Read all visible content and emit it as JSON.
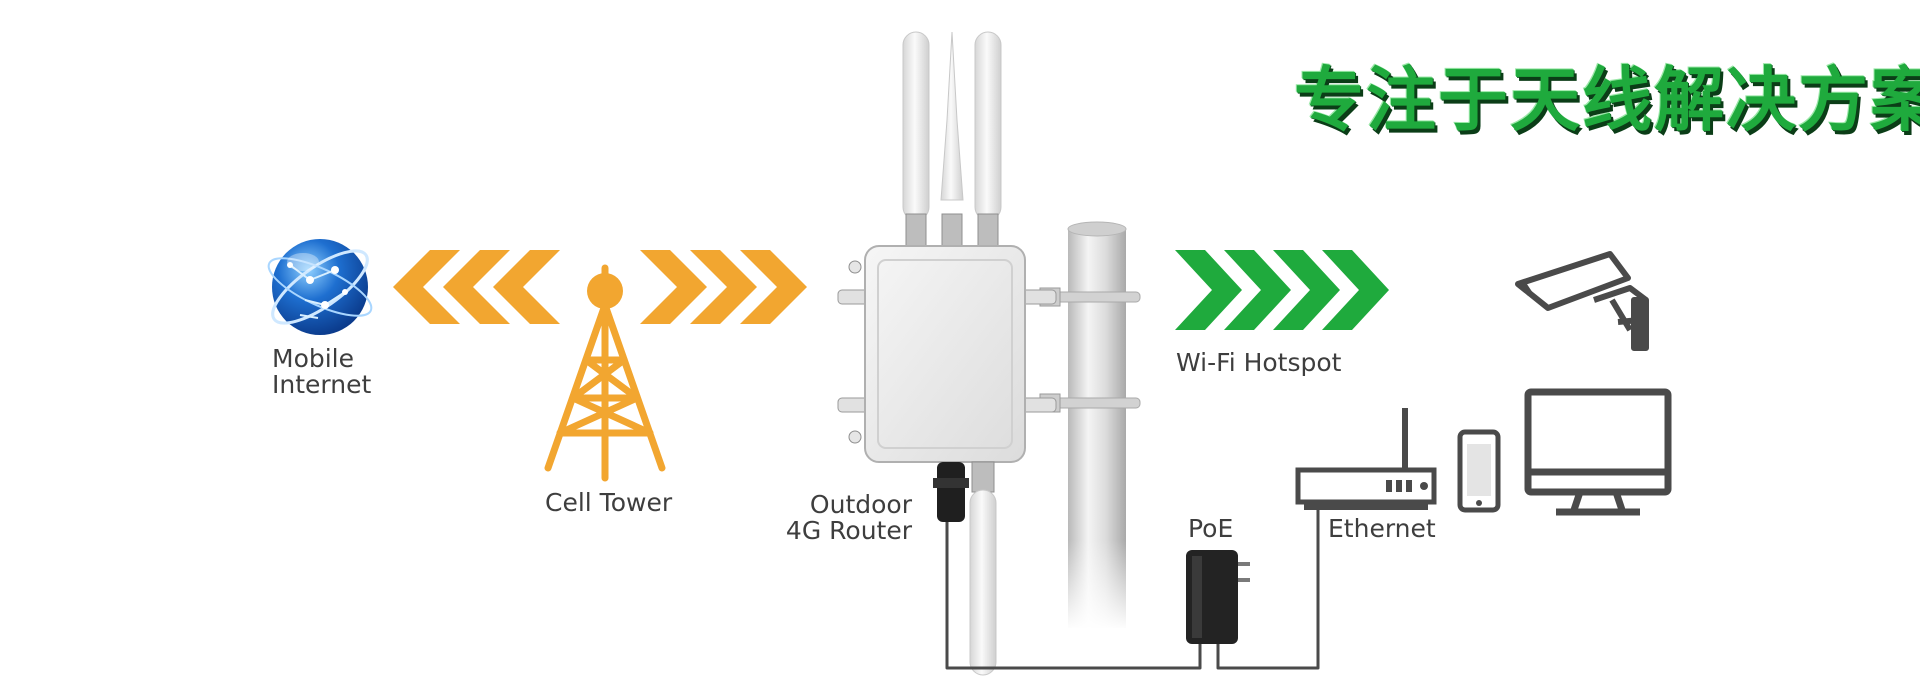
{
  "labels": {
    "mobile_internet": [
      "Mobile",
      "Internet"
    ],
    "cell_tower": "Cell Tower",
    "outdoor_router": [
      "Outdoor",
      "4G Router"
    ],
    "wifi_hotspot": "Wi-Fi Hotspot",
    "poe": "PoE",
    "ethernet": "Ethernet"
  },
  "slogan": "专注于天线解决方案",
  "colors": {
    "orange": "#f2a630",
    "green": "#1faa3d",
    "text": "#3e3e3e",
    "globe": "#1e6fd0",
    "device": "#e8e8e8"
  },
  "icons": [
    "globe-icon",
    "cell-tower-icon",
    "router-device",
    "pole",
    "wifi-arrows",
    "security-camera-icon",
    "monitor-icon",
    "smartphone-icon",
    "ethernet-router-icon",
    "poe-adapter-icon"
  ]
}
